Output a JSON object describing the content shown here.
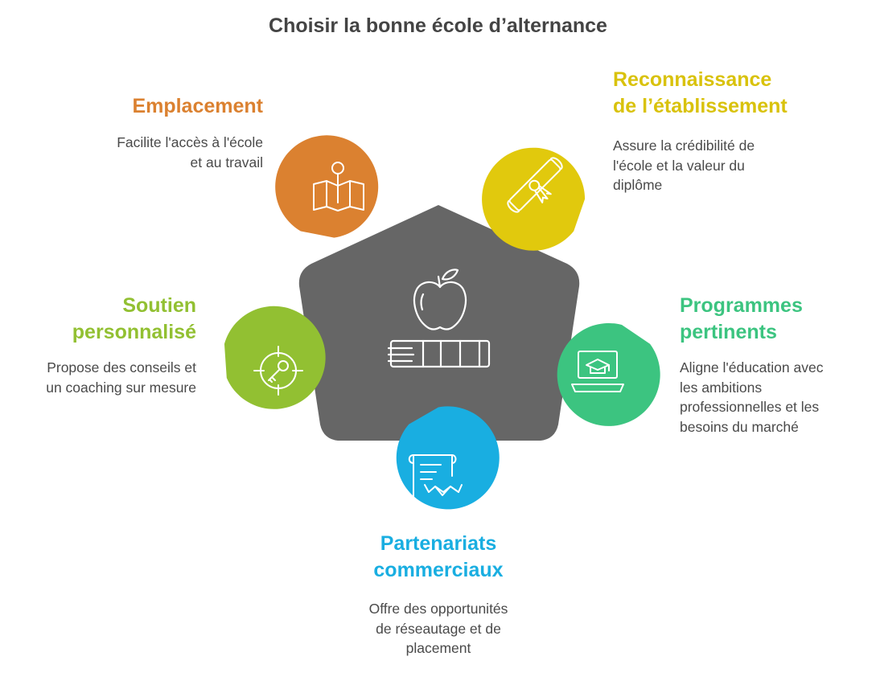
{
  "title": "Choisir la bonne école d’alternance",
  "colors": {
    "center": "#666666",
    "emplacement": "#DB8130",
    "reconnaissance": "#E1C90D",
    "programmes": "#3CC480",
    "partenariats": "#19AEE1",
    "soutien": "#92C032"
  },
  "center": {
    "icons": [
      "apple-icon",
      "book-icon"
    ]
  },
  "items": {
    "emplacement": {
      "heading": [
        "Emplacement"
      ],
      "description": [
        "Facilite l'accès à l'école",
        "et au travail"
      ],
      "icon": "map-pin-icon"
    },
    "reconnaissance": {
      "heading": [
        "Reconnaissance",
        "de l’établissement"
      ],
      "description": [
        "Assure la crédibilité de",
        "l'école et la valeur du",
        "diplôme"
      ],
      "icon": "diploma-icon"
    },
    "programmes": {
      "heading": [
        "Programmes",
        "pertinents"
      ],
      "description": [
        "Aligne l'éducation avec",
        "les ambitions",
        "professionnelles et les",
        "besoins du marché"
      ],
      "icon": "laptop-graduation-icon"
    },
    "partenariats": {
      "heading": [
        "Partenariats",
        "commerciaux"
      ],
      "description": [
        "Offre des opportunités",
        "de réseautage et de",
        "placement"
      ],
      "icon": "contract-handshake-icon"
    },
    "soutien": {
      "heading": [
        "Soutien",
        "personnalisé"
      ],
      "description": [
        "Propose des conseils et",
        "un coaching sur mesure"
      ],
      "icon": "target-key-icon"
    }
  }
}
